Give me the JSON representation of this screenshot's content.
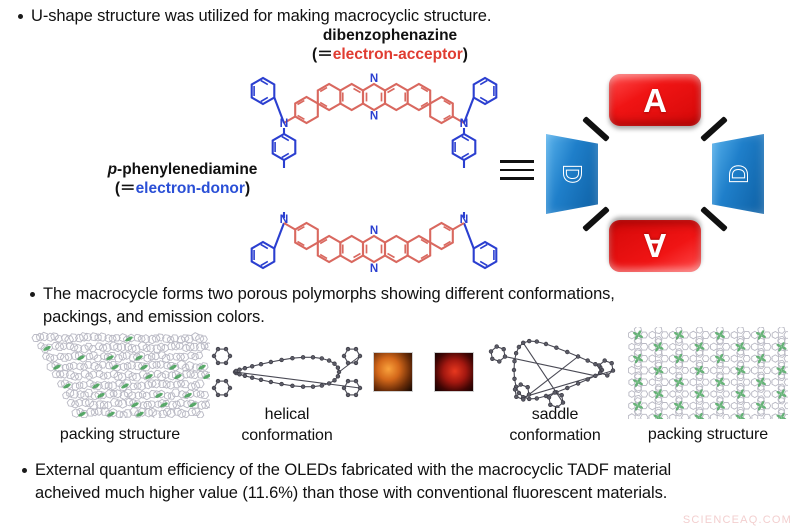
{
  "bullets": [
    {
      "id": "b1",
      "text": "U-shape structure was utilized for making macrocyclic structure."
    },
    {
      "id": "b2",
      "text": "The macrocycle forms two porous polymorphs showing different conformations, packings, and emission colors."
    },
    {
      "id": "b3",
      "text": "External quantum efficiency of the OLEDs fabricated with the macrocyclic TADF material acheived much higher value (11.6%) than those with conventional fluorescent materials."
    }
  ],
  "captions": {
    "acceptor": {
      "name": "dibenzophenazine",
      "open": "(＝",
      "role": "electron-acceptor",
      "close": ")"
    },
    "donor": {
      "name_italic": "p",
      "name_rest": "-phenylenediamine",
      "open": "(＝",
      "role": "electron-donor",
      "close": ")"
    }
  },
  "schematic": {
    "acceptor_top_glyph": "A",
    "acceptor_bottom_glyph": "A",
    "donor_left_glyph": "D",
    "donor_right_glyph": "D",
    "equivalence_symbol": "≡"
  },
  "panels": [
    {
      "id": "p1",
      "label_line1": "packing structure",
      "kind": "packing-lattice-left"
    },
    {
      "id": "p2",
      "label_line1": "helical",
      "label_line2": "conformation",
      "kind": "helical-conformation"
    },
    {
      "id": "p3",
      "label_line1": "saddle",
      "label_line2": "conformation",
      "kind": "saddle-conformation"
    },
    {
      "id": "p4",
      "label_line1": "packing structure",
      "kind": "packing-lattice-right"
    }
  ],
  "photos": [
    {
      "id": "photo-orange",
      "name": "orange-emission-crystals"
    },
    {
      "id": "photo-red",
      "name": "red-emission-crystals"
    }
  ],
  "colors": {
    "acceptor_red": "#e03c31",
    "donor_blue": "#2a4fd6",
    "structure_red": "#d9685f",
    "structure_blue": "#2b3fd0",
    "schematic_red": "#f01414",
    "schematic_blue": "#1f7fca",
    "text": "#111111",
    "watermark": "#f3cfcf"
  },
  "watermark": "SCIENCEAQ.COM"
}
